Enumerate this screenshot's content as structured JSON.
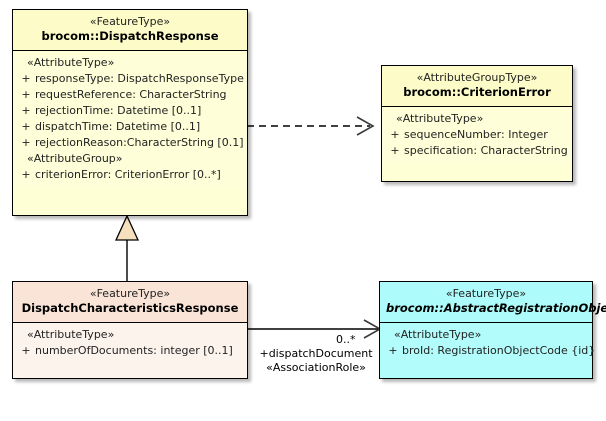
{
  "diagram": {
    "type": "uml-class-diagram",
    "background": "#ffffff",
    "colors": {
      "yellow_header": "#fdfcc8",
      "yellow_body": "#feffd8",
      "peach_header": "#f9e4d7",
      "peach_body": "#fdf3ed",
      "cyan_header": "#aefbfb",
      "cyan_body": "#b3fcfc",
      "border": "#000000",
      "generalization_fill": "#f5dfbc"
    }
  },
  "classes": {
    "dispatch_response": {
      "stereotype": "«FeatureType»",
      "name": "brocom::DispatchResponse",
      "abstract": false,
      "sections": [
        {
          "group": "«AttributeType»",
          "attributes": [
            {
              "visibility": "+",
              "text": "responseType: DispatchResponseType"
            },
            {
              "visibility": "+",
              "text": "requestReference: CharacterString"
            },
            {
              "visibility": "+",
              "text": "rejectionTime: Datetime [0..1]"
            },
            {
              "visibility": "+",
              "text": "dispatchTime: Datetime [0..1]"
            },
            {
              "visibility": "+",
              "text": "rejectionReason:CharacterString [0.1]"
            }
          ]
        },
        {
          "group": "«AttributeGroup»",
          "attributes": [
            {
              "visibility": "+",
              "text": "criterionError: CriterionError [0..*]"
            }
          ]
        }
      ]
    },
    "criterion_error": {
      "stereotype": "«AttributeGroupType»",
      "name": "brocom::CriterionError",
      "abstract": false,
      "sections": [
        {
          "group": "«AttributeType»",
          "attributes": [
            {
              "visibility": "+",
              "text": "sequenceNumber: Integer"
            },
            {
              "visibility": "+",
              "text": "specification: CharacterString"
            }
          ]
        }
      ]
    },
    "dispatch_characteristics_response": {
      "stereotype": "«FeatureType»",
      "name": "DispatchCharacteristicsResponse",
      "abstract": false,
      "sections": [
        {
          "group": "«AttributeType»",
          "attributes": [
            {
              "visibility": "+",
              "text": "numberOfDocuments: integer [0..1]"
            }
          ]
        }
      ]
    },
    "abstract_registration_object": {
      "stereotype": "«FeatureType»",
      "name": "brocom::AbstractRegistrationObject",
      "abstract": true,
      "sections": [
        {
          "group": "«AttributeType»",
          "attributes": [
            {
              "visibility": "+",
              "text": "broId: RegistrationObjectCode {id}"
            }
          ]
        }
      ]
    }
  },
  "relationships": {
    "dependency": {
      "kind": "dependency",
      "style": "dashed-open-arrow",
      "source": "brocom::DispatchResponse",
      "target": "brocom::CriterionError"
    },
    "generalization": {
      "kind": "generalization",
      "style": "solid-hollow-triangle",
      "source": "DispatchCharacteristicsResponse",
      "target": "brocom::DispatchResponse"
    },
    "association": {
      "kind": "association",
      "style": "solid-open-arrow",
      "source": "DispatchCharacteristicsResponse",
      "target": "brocom::AbstractRegistrationObject",
      "multiplicity": "0..*",
      "role": "+dispatchDocument",
      "stereotype": "«AssociationRole»"
    }
  }
}
